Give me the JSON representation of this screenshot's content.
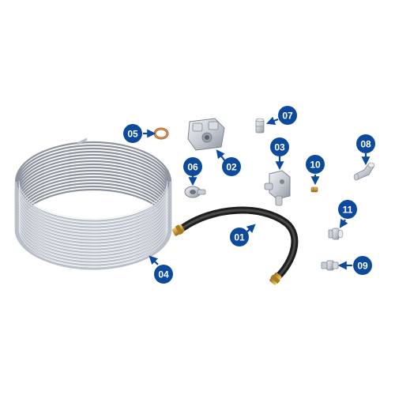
{
  "diagram": {
    "callouts": [
      {
        "id": "c01",
        "label": "01"
      },
      {
        "id": "c02",
        "label": "02"
      },
      {
        "id": "c03",
        "label": "03"
      },
      {
        "id": "c04",
        "label": "04"
      },
      {
        "id": "c05",
        "label": "05"
      },
      {
        "id": "c06",
        "label": "06"
      },
      {
        "id": "c07",
        "label": "07"
      },
      {
        "id": "c08",
        "label": "08"
      },
      {
        "id": "c09",
        "label": "09"
      },
      {
        "id": "c10",
        "label": "10"
      },
      {
        "id": "c11",
        "label": "11"
      }
    ],
    "colors": {
      "badge": "#0d4a9b",
      "badge_text": "#ffffff",
      "arrow": "#0d4a9b",
      "tube": "#b9bfc8",
      "tube_shadow": "#8d949e",
      "hose": "#2b2b2b",
      "brass": "#c8962e",
      "metal": "#c9ced4",
      "copper": "#b5652b"
    },
    "parts": [
      {
        "callout": "01",
        "icon": "braided-hose-icon"
      },
      {
        "callout": "02",
        "icon": "filter-head-icon"
      },
      {
        "callout": "03",
        "icon": "valve-block-icon"
      },
      {
        "callout": "04",
        "icon": "tube-coil-icon"
      },
      {
        "callout": "05",
        "icon": "copper-washer-icon"
      },
      {
        "callout": "06",
        "icon": "banjo-fitting-icon"
      },
      {
        "callout": "07",
        "icon": "adapter-fitting-icon"
      },
      {
        "callout": "08",
        "icon": "elbow-fitting-icon"
      },
      {
        "callout": "09",
        "icon": "straight-connector-icon"
      },
      {
        "callout": "10",
        "icon": "small-brass-screw-icon"
      },
      {
        "callout": "11",
        "icon": "union-fitting-icon"
      }
    ]
  }
}
